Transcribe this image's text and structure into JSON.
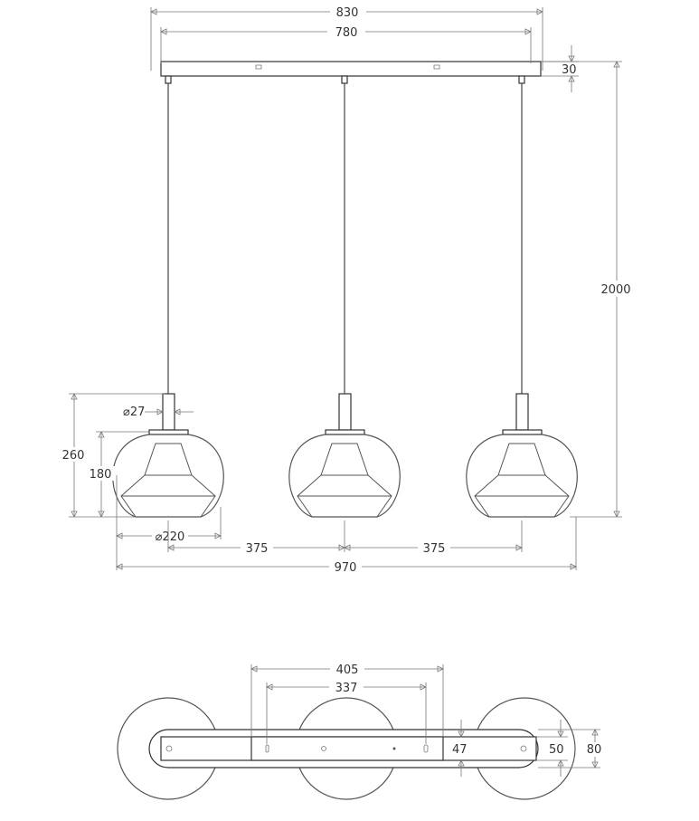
{
  "side_view": {
    "dims": {
      "canopy_length": "830",
      "mount_spacing": "780",
      "canopy_height": "30",
      "total_drop": "2000",
      "holder_diameter": "⌀27",
      "shade_total_height": "260",
      "globe_height": "180",
      "globe_diameter": "⌀220",
      "pendant_spacing_left": "375",
      "pendant_spacing_right": "375",
      "overall_width": "970"
    }
  },
  "top_view": {
    "dims": {
      "bracket_length": "405",
      "bracket_hole_spacing": "337",
      "bracket_width": "47",
      "canopy_inner_width": "50",
      "canopy_width": "80"
    }
  },
  "colors": {
    "line": "#555555",
    "text": "#333333"
  }
}
